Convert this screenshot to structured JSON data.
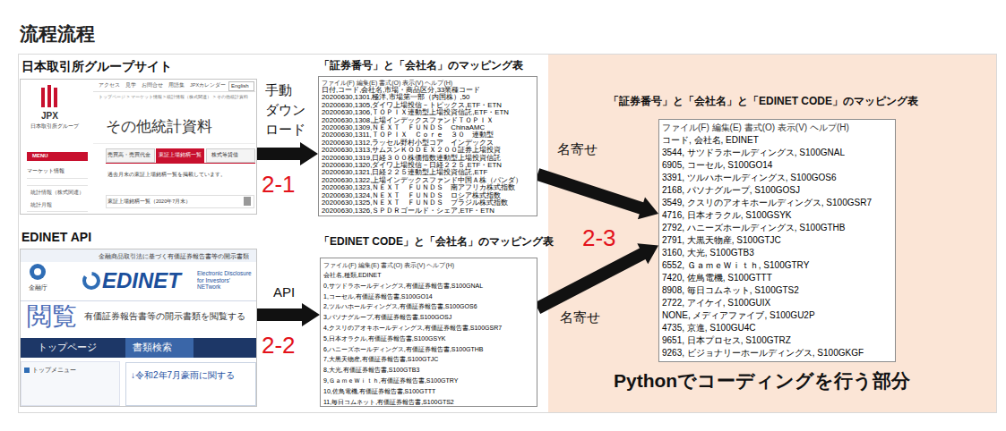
{
  "diagram": {
    "title": "流程流程",
    "nodes": [
      {
        "text": [
          "日本取引所グループサイト",
          "その他統計資料",
          "JPX",
          "日本取引所グループ",
          "English",
          "アクセス　見学　お問合せ　用語集　JPXカレンダー",
          "トップページ > マーケット情報 > 統計情報（株式関連） > その他統計資料",
          "MENU",
          "マーケット情報",
          "統計情報（株式関連）",
          "統計月報",
          "売買高・売買代金",
          "東証上場銘柄一覧",
          "株式等貸借",
          "過去月末の東証上場銘柄一覧を掲載しています。",
          "東証上場銘柄一覧（2020年7月末）"
        ]
      },
      {
        "text": [
          "「証券番号」と「会社名」のマッピング表",
          "ファイル(F) 編集(E) 書式(O) 表示(V) ヘルプ(H)",
          "日付,コード,会社名,市場・商品区分,33業種コード",
          "20200630,1301,極洋,市場第一部（内国株）,50",
          "20200630,1305,ダイワ上場投信－トピックス,ETF・ETN",
          "20200630,1306,ＴＯＰＩＸ連動型上場投資信託,ETF・ETN",
          "20200630,1308,上場インデックスファンドＴＯＰＩＸ",
          "20200630,1309,ＮＥＸＴ　ＦＵＮＤＳ　ChinaAMC",
          "20200630,1311,ＴＯＰＩＸ　Ｃｏｒｅ　３０　連動型",
          "20200630,1312,ラッセル野村小型コア　インデックス",
          "20200630,1313,サムスンＫＯＤＥＸ２００証券上場投資",
          "20200630,1319,日経３００株価指数連動型上場投資信託",
          "20200630,1320,ダイワ上場投信－日経２２５,ETF・ETN",
          "20200630,1321,日経２２５連動型上場投資信託,ETF",
          "20200630,1322,上場インデックスファンド中国Ａ株（パンダ）",
          "20200630,1323,ＮＥＸＴ　ＦＵＮＤＳ　南アフリカ株式指数",
          "20200630,1324,ＮＥＸＴ　ＦＵＮＤＳ　ロシア株式指数",
          "20200630,1325,ＮＥＸＴ　ＦＵＮＤＳ　ブラジル株式指数",
          "20200630,1326,ＳＰＤＲゴールド・シェア,ETF・ETN"
        ]
      },
      {
        "text": [
          "EDINET API",
          "金融商品取引法に基づく有価証券報告書等の開示書類",
          "金融庁",
          "EDINET",
          "Electronic Disclosure for Investors' NETwork",
          "閲覧",
          "有価証券報告書等の開示書類を閲覧する",
          "トップページ",
          "書類検索",
          "トップメニュー",
          "↓令和2年7月豪雨に関する"
        ]
      },
      {
        "text": [
          "「EDINET CODE」と「会社名」のマッピング表",
          "ファイル(F) 編集(E) 書式(O) 表示(V) ヘルプ(H)",
          "会社名,種類,EDINET",
          "0,サツドラホールディングス,有価証券報告書,S100GNAL",
          "1,コーセル,有価証券報告書,S100GO14",
          "2,ツルハホールディングス,有価証券報告書,S100GOS6",
          "3,パソナグループ,有価証券報告書,S100GOSJ",
          "4,クスリのアオキホールディングス,有価証券報告書,S100GSR7",
          "5,日本オラクル,有価証券報告書,S100GSYK",
          "6,ハニーズホールディングス,有価証券報告書,S100GTHB",
          "7,大黒天物産,有価証券報告書,S100GTJC",
          "8,大光,有価証券報告書,S100GTB3",
          "9,ＧａｍｅＷｉｔｈ,有価証券報告書,S100GTRY",
          "10,佐鳥電機,有価証券報告書,S100GTTT",
          "11,毎日コムネット,有価証券報告書,S100GTS2"
        ]
      },
      {
        "text": [
          "Pythonでコーディングを行う部分"
        ]
      },
      {
        "text": [
          "「証券番号」と「会社名」と「EDINET CODE」のマッピング表",
          "ファイル(F) 編集(E) 書式(O) 表示(V) ヘルプ(H)",
          "コード, 会社名, EDINET",
          "3544, サツドラホールディングス, S100GNAL",
          "6905, コーセル, S100GO14",
          "3391, ツルハホールディングス, S100GOS6",
          "2168, パソナグループ, S100GOSJ",
          "3549, クスリのアオキホールディングス, S100GSR7",
          "4716, 日本オラクル, S100GSYK",
          "2792, ハニーズホールディングス, S100GTHB",
          "2791, 大黒天物産, S100GTJC",
          "3160, 大光, S100GTB3",
          "6552, ＧａｍｅＷｉｔｈ, S100GTRY",
          "7420, 佐鳥電機, S100GTTT",
          "8908, 毎日コムネット, S100GTS2",
          "2722, アイケイ, S100GUIX",
          "NONE, メディアファイブ, S100GU2P",
          "4735, 京進, S100GU4C",
          "9651, 日本プロセス, S100GTRZ",
          "9263, ビジョナリーホールディングス, S100GKGF"
        ],
        "in": 4
      }
    ],
    "edges": [
      {
        "from": 0,
        "to": 1,
        "label": "手動 ダウン ロード",
        "arrow": "to"
      },
      {
        "from": 2,
        "to": 3,
        "label": "API",
        "arrow": "to"
      },
      {
        "from": 1,
        "to": 5,
        "label": "名寄せ",
        "arrow": "to"
      },
      {
        "from": 3,
        "to": 5,
        "label": "名寄せ",
        "arrow": "to"
      }
    ],
    "labels": [
      "2-1",
      "2-2",
      "2-3"
    ]
  }
}
